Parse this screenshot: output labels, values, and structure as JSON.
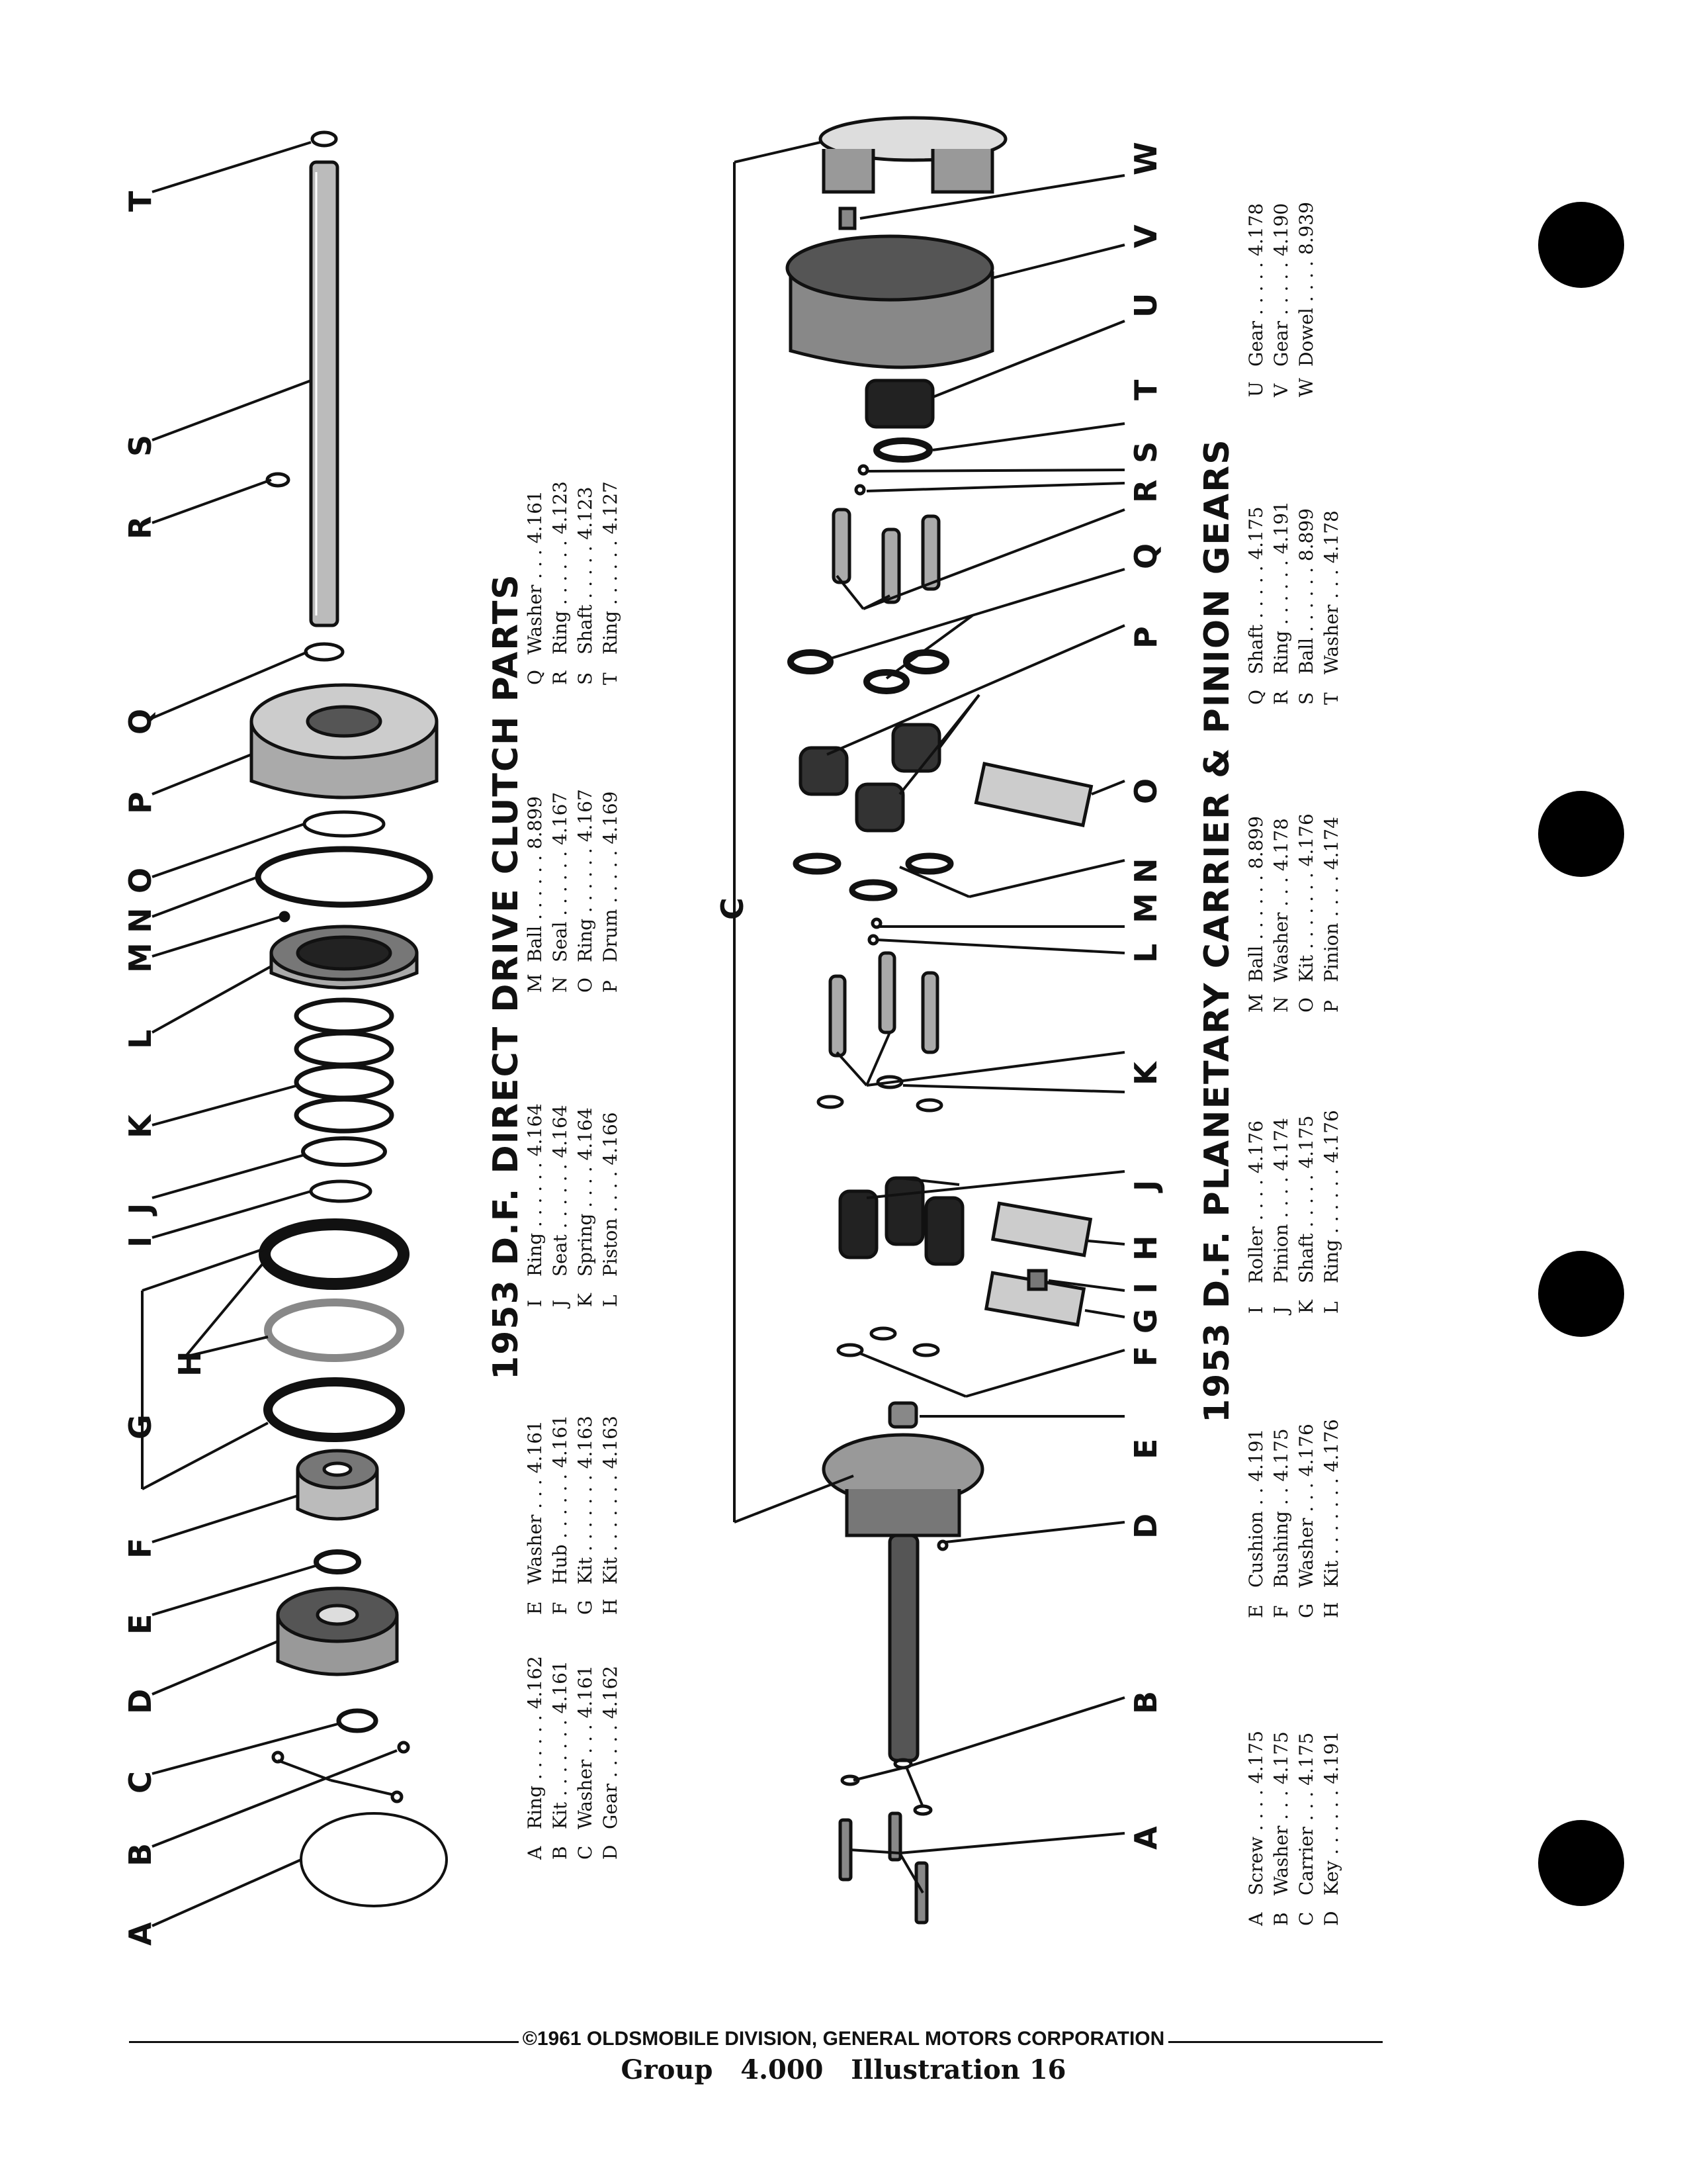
{
  "section1": {
    "title": "1953 D.F. DIRECT DRIVE CLUTCH PARTS",
    "legend_columns": [
      [
        [
          "A",
          "Ring . . . . . . 4.162"
        ],
        [
          "B",
          "Kit . . . . . . . 4.161"
        ],
        [
          "C",
          "Washer . . . 4.161"
        ],
        [
          "D",
          "Gear . . . . . 4.162"
        ]
      ],
      [
        [
          "E",
          "Washer . . . 4.161"
        ],
        [
          "F",
          "Hub . . . . . . 4.161"
        ],
        [
          "G",
          "Kit . . . . . . . 4.163"
        ],
        [
          "H",
          "Kit . . . . . . . 4.163"
        ]
      ],
      [
        [
          "I",
          "Ring . . . . . . 4.164"
        ],
        [
          "J",
          "Seat . . . . . . 4.164"
        ],
        [
          "K",
          "Spring . . . . 4.164"
        ],
        [
          "L",
          "Piston . . . . 4.166"
        ]
      ],
      [
        [
          "M",
          "Ball . . . . . . 8.899"
        ],
        [
          "N",
          "Seal . . . . . . 4.167"
        ],
        [
          "O",
          "Ring . . . . . . 4.167"
        ],
        [
          "P",
          "Drum . . . . . 4.169"
        ]
      ],
      [
        [
          "Q",
          "Washer . . . 4.161"
        ],
        [
          "R",
          "Ring . . . . . . 4.123"
        ],
        [
          "S",
          "Shaft . . . . . 4.123"
        ],
        [
          "T",
          "Ring . . . . . . 4.127"
        ]
      ]
    ],
    "callouts": [
      "A",
      "B",
      "C",
      "D",
      "E",
      "F",
      "G",
      "H",
      "I",
      "J",
      "K",
      "L",
      "M",
      "N",
      "O",
      "P",
      "Q",
      "R",
      "S",
      "T"
    ]
  },
  "section2": {
    "title": "1953 D.F. PLANETARY CARRIER & PINION GEARS",
    "legend_columns": [
      [
        [
          "A",
          "Screw . . . . 4.175"
        ],
        [
          "B",
          "Washer . . . 4.175"
        ],
        [
          "C",
          "Carrier . . . 4.175"
        ],
        [
          "D",
          "Key . . . . . . 4.191"
        ]
      ],
      [
        [
          "E",
          "Cushion . . 4.191"
        ],
        [
          "F",
          "Bushing . . 4.175"
        ],
        [
          "G",
          "Washer . . . 4.176"
        ],
        [
          "H",
          "Kit . . . . . . . 4.176"
        ]
      ],
      [
        [
          "I",
          "Roller . . . . 4.176"
        ],
        [
          "J",
          "Pinion . . . . 4.174"
        ],
        [
          "K",
          "Shaft . . . . . 4.175"
        ],
        [
          "L",
          "Ring . . . . . . 4.176"
        ]
      ],
      [
        [
          "M",
          "Ball . . . . . . 8.899"
        ],
        [
          "N",
          "Washer . . . 4.178"
        ],
        [
          "O",
          "Kit . . . . . . . 4.176"
        ],
        [
          "P",
          "Pinion . . . . 4.174"
        ]
      ],
      [
        [
          "Q",
          "Shaft . . . . . 4.175"
        ],
        [
          "R",
          "Ring . . . . . . 4.191"
        ],
        [
          "S",
          "Ball . . . . . . 8.899"
        ],
        [
          "T",
          "Washer . . . 4.178"
        ]
      ],
      [
        [
          "U",
          "Gear . . . . . 4.178"
        ],
        [
          "V",
          "Gear . . . . . 4.190"
        ],
        [
          "W",
          "Dowel . . . . 8.939"
        ]
      ]
    ],
    "callouts": [
      "A",
      "B",
      "C",
      "D",
      "E",
      "F",
      "G",
      "H",
      "I",
      "J",
      "K",
      "L",
      "M",
      "N",
      "O",
      "P",
      "Q",
      "R",
      "S",
      "T",
      "U",
      "V",
      "W"
    ]
  },
  "footer": {
    "copyright": "©1961 OLDSMOBILE DIVISION, GENERAL MOTORS CORPORATION",
    "group_label": "Group",
    "group_number": "4.000",
    "illustration_label": "Illustration",
    "illustration_number": "16"
  }
}
